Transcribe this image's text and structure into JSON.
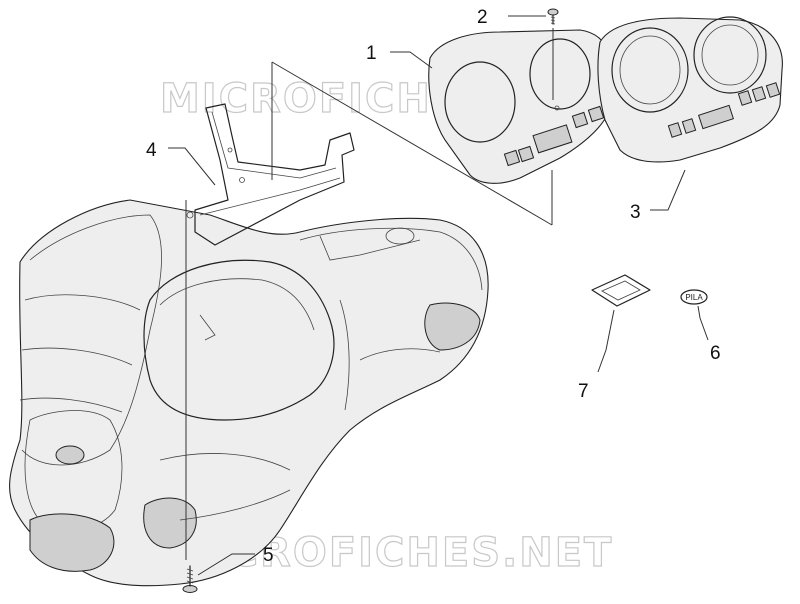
{
  "watermarks": [
    "MICROFICHES.NET",
    "MICROFICHES.NET"
  ],
  "callouts": [
    {
      "id": "1",
      "label": "1"
    },
    {
      "id": "2",
      "label": "2"
    },
    {
      "id": "3",
      "label": "3"
    },
    {
      "id": "4",
      "label": "4"
    },
    {
      "id": "5",
      "label": "5"
    },
    {
      "id": "6",
      "label": "6"
    },
    {
      "id": "7",
      "label": "7"
    }
  ],
  "badge_text": "PILA"
}
